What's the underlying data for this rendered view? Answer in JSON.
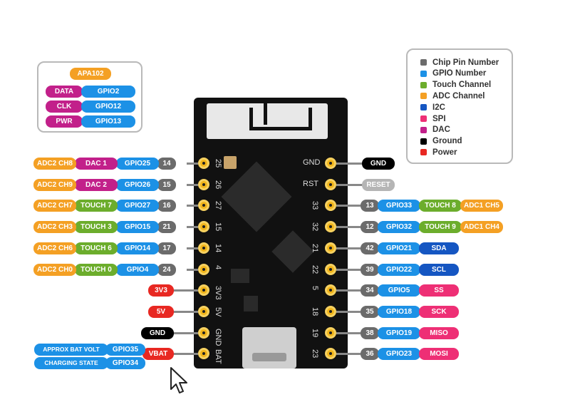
{
  "apa102": {
    "title": "APA102",
    "rows": [
      {
        "label": "DATA",
        "gpio": "GPIO2"
      },
      {
        "label": "CLK",
        "gpio": "GPIO12"
      },
      {
        "label": "PWR",
        "gpio": "GPIO13"
      }
    ]
  },
  "legend": [
    {
      "label": "Chip Pin Number",
      "color": "#6b6b6b"
    },
    {
      "label": "GPIO Number",
      "color": "#1c91e6"
    },
    {
      "label": "Touch Channel",
      "color": "#6cad2c"
    },
    {
      "label": "ADC Channel",
      "color": "#f4a024"
    },
    {
      "label": "I2C",
      "color": "#1556c2"
    },
    {
      "label": "SPI",
      "color": "#ee2f75"
    },
    {
      "label": "DAC",
      "color": "#c2208a"
    },
    {
      "label": "Ground",
      "color": "#000000"
    },
    {
      "label": "Power",
      "color": "#e82822"
    }
  ],
  "left_pins": [
    {
      "silk": "25",
      "chip": "14",
      "gpio": "GPIO25",
      "f2": "DAC 1",
      "f2_type": "dac",
      "f1": "ADC2 CH8"
    },
    {
      "silk": "26",
      "chip": "15",
      "gpio": "GPIO26",
      "f2": "DAC 2",
      "f2_type": "dac",
      "f1": "ADC2 CH9"
    },
    {
      "silk": "27",
      "chip": "16",
      "gpio": "GPIO27",
      "f2": "TOUCH 7",
      "f2_type": "touch",
      "f1": "ADC2 CH7"
    },
    {
      "silk": "15",
      "chip": "21",
      "gpio": "GPIO15",
      "f2": "TOUCH 3",
      "f2_type": "touch",
      "f1": "ADC2 CH3"
    },
    {
      "silk": "14",
      "chip": "17",
      "gpio": "GPIO14",
      "f2": "TOUCH 6",
      "f2_type": "touch",
      "f1": "ADC2 CH6"
    },
    {
      "silk": "4",
      "chip": "24",
      "gpio": "GPIO4",
      "f2": "TOUCH 0",
      "f2_type": "touch",
      "f1": "ADC2 CH0"
    },
    {
      "silk": "3V3",
      "power": "3V3",
      "power_type": "power"
    },
    {
      "silk": "5V",
      "power": "5V",
      "power_type": "power"
    },
    {
      "silk": "GND",
      "power": "GND",
      "power_type": "gnd"
    },
    {
      "silk": "BAT",
      "power": "VBAT",
      "power_type": "power"
    }
  ],
  "right_pins": [
    {
      "silk": "GND",
      "power": "GND",
      "power_type": "gnd"
    },
    {
      "silk": "RST",
      "power": "RESET",
      "power_type": "reset"
    },
    {
      "silk": "33",
      "chip": "13",
      "gpio": "GPIO33",
      "f1": "TOUCH 8",
      "f1_type": "touch",
      "f2": "ADC1 CH5",
      "f2_type": "adc"
    },
    {
      "silk": "32",
      "chip": "12",
      "gpio": "GPIO32",
      "f1": "TOUCH 9",
      "f1_type": "touch",
      "f2": "ADC1 CH4",
      "f2_type": "adc"
    },
    {
      "silk": "21",
      "chip": "42",
      "gpio": "GPIO21",
      "f1": "SDA",
      "f1_type": "i2c"
    },
    {
      "silk": "22",
      "chip": "39",
      "gpio": "GPIO22",
      "f1": "SCL",
      "f1_type": "i2c"
    },
    {
      "silk": "5",
      "chip": "34",
      "gpio": "GPIO5",
      "f1": "SS",
      "f1_type": "spi"
    },
    {
      "silk": "18",
      "chip": "35",
      "gpio": "GPIO18",
      "f1": "SCK",
      "f1_type": "spi"
    },
    {
      "silk": "19",
      "chip": "38",
      "gpio": "GPIO19",
      "f1": "MISO",
      "f1_type": "spi"
    },
    {
      "silk": "23",
      "chip": "36",
      "gpio": "GPIO23",
      "f1": "MOSI",
      "f1_type": "spi"
    }
  ],
  "battery": [
    {
      "label": "APPROX BAT VOLT",
      "gpio": "GPIO35"
    },
    {
      "label": "CHARGING STATE",
      "gpio": "GPIO34"
    }
  ]
}
